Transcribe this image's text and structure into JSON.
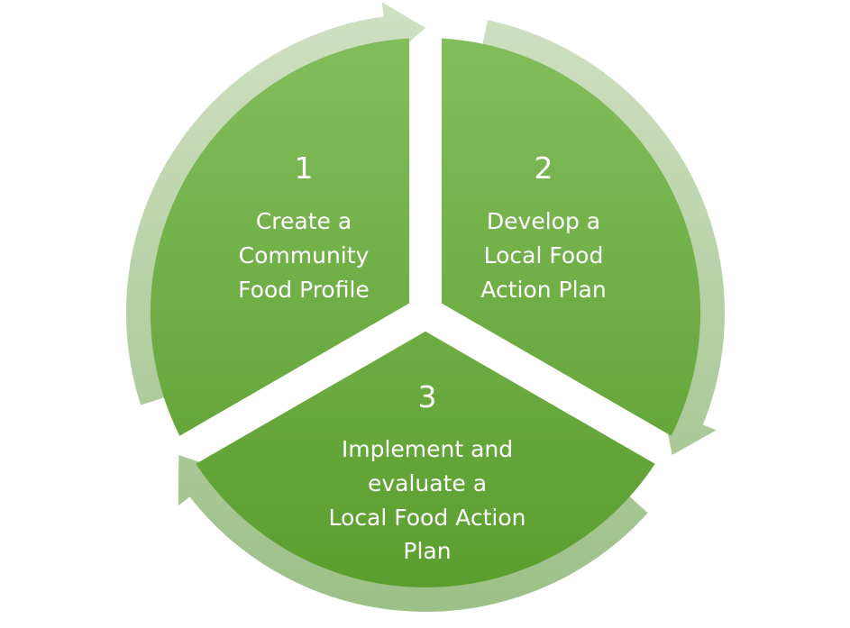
{
  "diagram": {
    "type": "cycle",
    "colors": {
      "segment_light": "#82bd5c",
      "segment_dark": "#5b9e2e",
      "arrow_light": "#cfe0c2",
      "arrow_dark": "#9dc088",
      "text": "#ffffff"
    },
    "steps": [
      {
        "number": "1",
        "lines": [
          "Create a",
          "Community",
          "Food Profile"
        ]
      },
      {
        "number": "2",
        "lines": [
          "Develop a",
          "Local Food",
          "Action Plan"
        ]
      },
      {
        "number": "3",
        "lines": [
          "Implement and",
          "evaluate a",
          "Local Food Action",
          "Plan"
        ]
      }
    ]
  }
}
